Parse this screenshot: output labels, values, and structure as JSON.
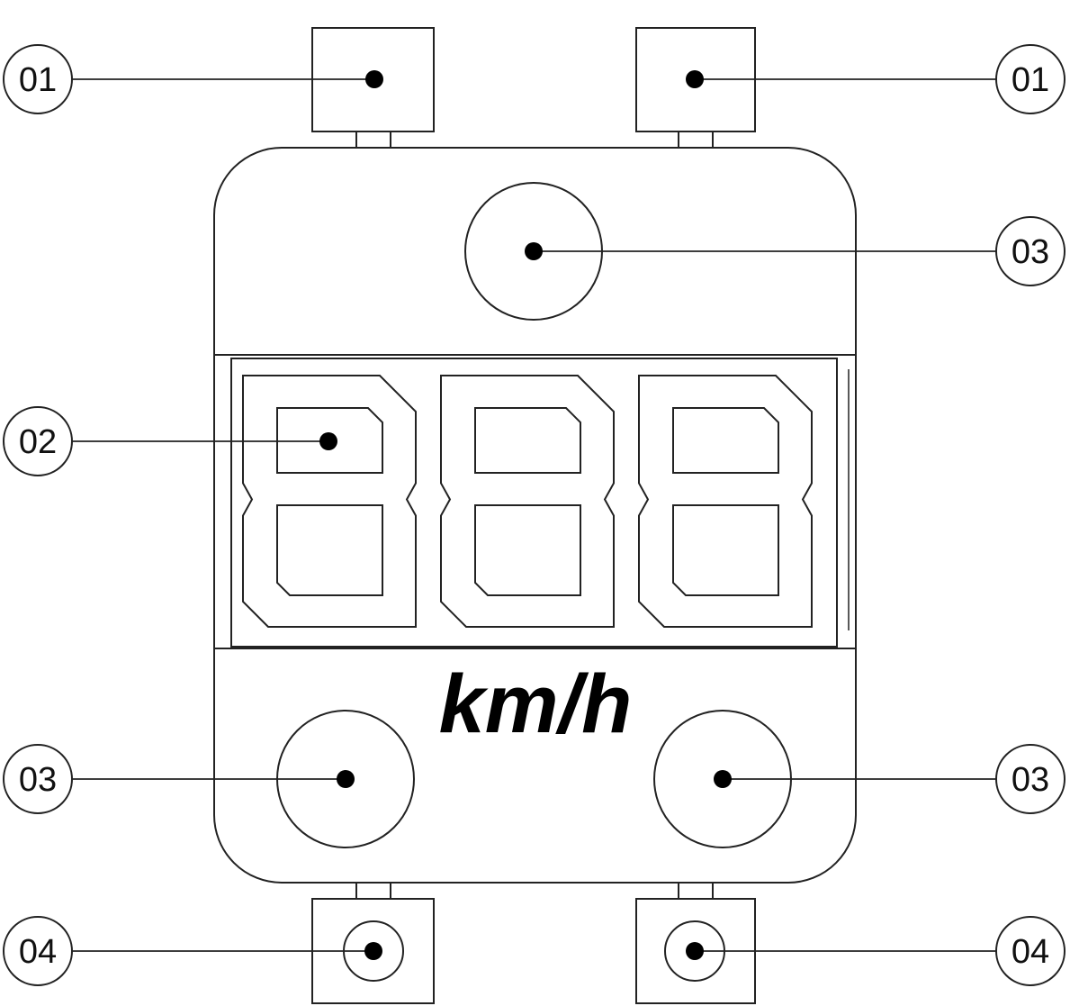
{
  "callouts": {
    "top_left": "01",
    "top_right": "01",
    "display": "02",
    "top_center": "03",
    "bottom_left": "03",
    "bottom_right": "03",
    "bottom_left_mount": "04",
    "bottom_right_mount": "04"
  },
  "display": {
    "digits": [
      "8",
      "8",
      "8"
    ],
    "unit": "km/h"
  }
}
